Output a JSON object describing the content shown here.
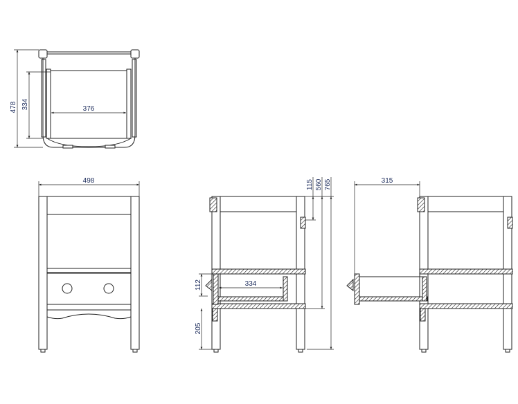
{
  "top_view": {
    "overall_depth": "478",
    "inner_depth": "334",
    "inner_width": "376"
  },
  "front_view": {
    "overall_width": "498"
  },
  "side_section": {
    "top_rail": "115",
    "shelf_height": "560",
    "overall_height": "765",
    "drawer_height": "112",
    "drawer_depth": "334",
    "leg_clearance": "205"
  },
  "side_open_view": {
    "drawer_extension": "315"
  },
  "colors": {
    "dimension_text": "#1a2a5a",
    "lines": "#222222"
  }
}
